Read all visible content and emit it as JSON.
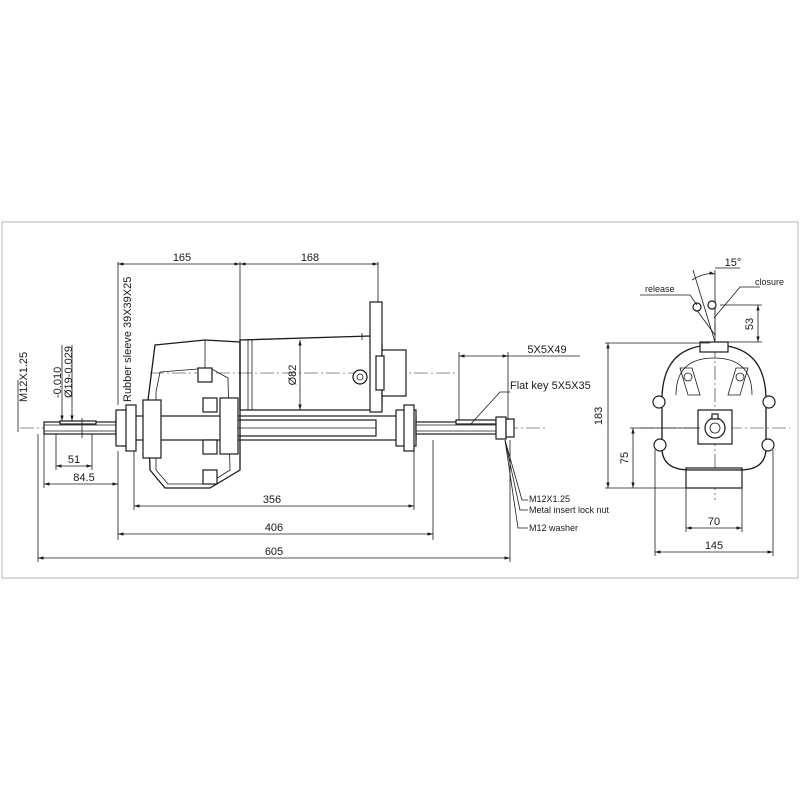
{
  "dimensions": {
    "d165": "165",
    "d168": "168",
    "d82": "Ø82",
    "d51": "51",
    "d84_5": "84.5",
    "d356": "356",
    "d406": "406",
    "d605": "605",
    "d5x5x49": "5X5X49",
    "d183": "183",
    "d75": "75",
    "d70": "70",
    "d145": "145",
    "d53": "53",
    "d15": "15°"
  },
  "labels": {
    "rubber_sleeve": "Rubber sleeve 39X39X25",
    "thread_m12": "M12X1.25",
    "shaft_tol_upper": "-0.010",
    "shaft_tol_lower": "Ø19-0.029",
    "flat_key": "Flat key 5X5X35",
    "nut_thread": "M12X1.25",
    "lock_nut": "Metal insert lock nut",
    "washer": "M12 washer",
    "release": "release",
    "closure": "closure"
  }
}
